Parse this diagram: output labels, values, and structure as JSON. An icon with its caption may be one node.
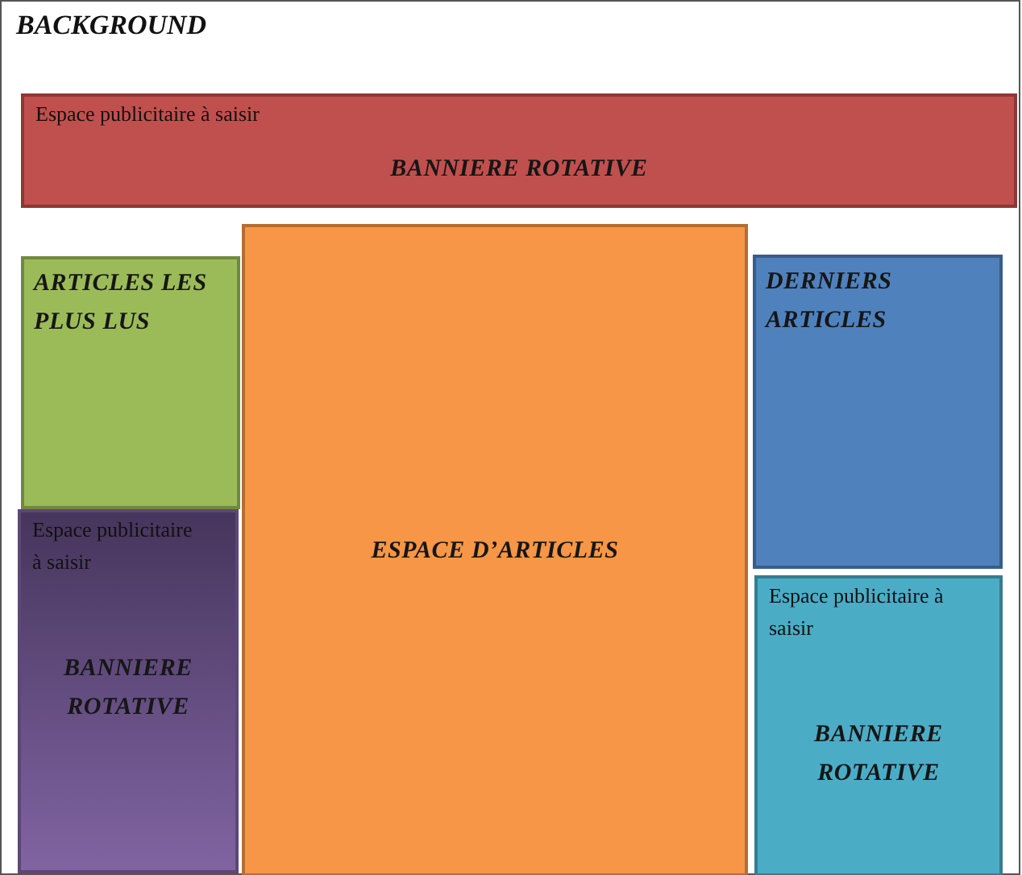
{
  "diagram": {
    "nodes": [
      {
        "text": [
          "BACKGROUND"
        ]
      },
      {
        "text": [
          "Espace publicitaire à saisir",
          "BANNIERE ROTATIVE"
        ],
        "in": 0
      },
      {
        "text": [
          "ARTICLES LES PLUS LUS"
        ],
        "in": 0
      },
      {
        "text": [
          "ESPACE D’ARTICLES"
        ],
        "in": 0
      },
      {
        "text": [
          "DERNIERS ARTICLES"
        ],
        "in": 0
      },
      {
        "text": [
          "Espace publicitaire à saisir",
          "BANNIERE ROTATIVE"
        ],
        "in": 0
      },
      {
        "text": [
          "Espace publicitaire à saisir",
          "BANNIERE ROTATIVE"
        ],
        "in": 0
      }
    ],
    "edges": []
  }
}
